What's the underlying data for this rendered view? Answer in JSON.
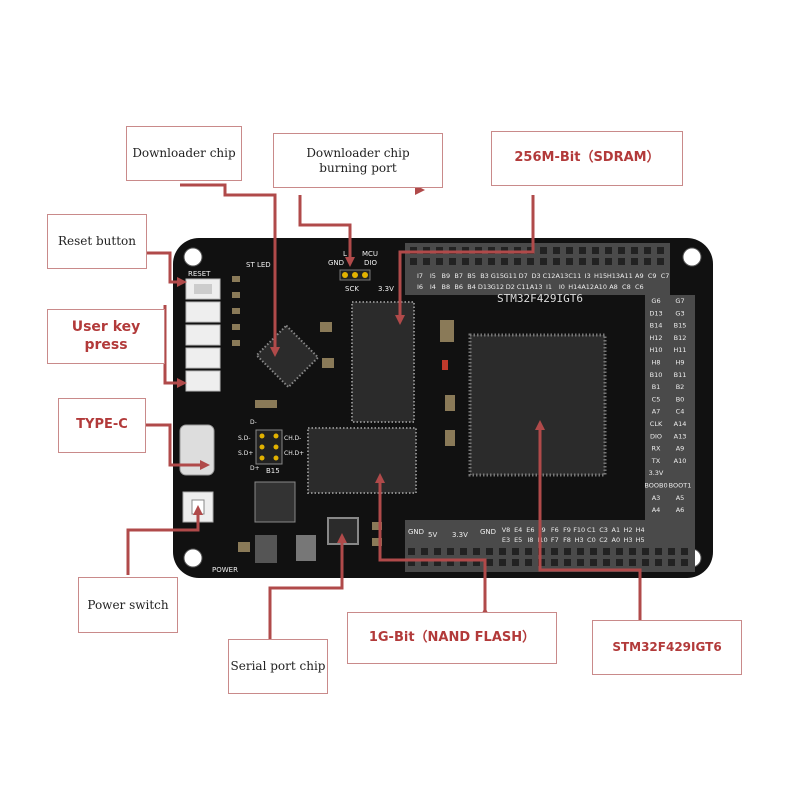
{
  "callouts": {
    "downloader_chip": "Downloader chip",
    "burning_port": "Downloader chip\nburning port",
    "sdram": "256M-Bit（SDRAM）",
    "reset_button": "Reset button",
    "user_key": "User key press",
    "type_c": "TYPE-C",
    "power_switch": "Power switch",
    "serial_chip": "Serial port chip",
    "nand_flash": "1G-Bit（NAND FLASH）",
    "mcu": "STM32F429IGT6"
  },
  "board": {
    "chip_marking": "STM32F429IGT6",
    "reset_label": "RESET",
    "power_label": "POWER",
    "st_led_label": "ST LED",
    "gnd": "GND",
    "mcu": "MCU",
    "l_led": "L",
    "sck": "SCK",
    "dio": "DIO",
    "v33": "3.3V",
    "v5": "5V",
    "b15": "B15",
    "top_header_row1": [
      "I7",
      "I5",
      "B9",
      "B7",
      "B5",
      "B3",
      "G15",
      "G11",
      "D7",
      "D3",
      "C12",
      "A13",
      "C11",
      "I3",
      "H15",
      "H13",
      "A11",
      "A9",
      "C9",
      "C7"
    ],
    "top_header_row2": [
      "I6",
      "I4",
      "B8",
      "B6",
      "B4",
      "D13",
      "G12",
      "D2",
      "C11",
      "A13",
      "I1",
      "I0",
      "H14",
      "A12",
      "A10",
      "A8",
      "C8",
      "C6"
    ],
    "right_header_pairs": [
      [
        "G6",
        "G7"
      ],
      [
        "D13",
        "G3"
      ],
      [
        "B14",
        "B15"
      ],
      [
        "H12",
        "B12"
      ],
      [
        "H10",
        "H11"
      ],
      [
        "H8",
        "H9"
      ],
      [
        "B10",
        "B11"
      ],
      [
        "B1",
        "B2"
      ],
      [
        "C5",
        "B0"
      ],
      [
        "A7",
        "C4"
      ],
      [
        "CLK",
        "A14"
      ],
      [
        "DIO",
        "A13"
      ],
      [
        "RX",
        "A9"
      ],
      [
        "TX",
        "A10"
      ],
      [
        "3.3V",
        ""
      ],
      [
        "BOOB0",
        "BOOT1"
      ],
      [
        "A3",
        "A5"
      ],
      [
        "A4",
        "A6"
      ]
    ],
    "bottom_header_row1": [
      "V8",
      "E4",
      "E6",
      "I9",
      "F6",
      "F9",
      "F10",
      "C1",
      "C3",
      "A1",
      "H2",
      "H4"
    ],
    "bottom_header_row2": [
      "E3",
      "E5",
      "I8",
      "I10",
      "F7",
      "F8",
      "H3",
      "C0",
      "C2",
      "A0",
      "H3",
      "H5"
    ],
    "usb_pins": [
      "D-",
      "S.D-",
      "CH.D-",
      "S.D+",
      "CH.D+",
      "D+"
    ],
    "colors": {
      "pcb": "#111111",
      "arrow": "#b04a4a",
      "header_bg": "#4a4a4a",
      "chip": "#2b2b2b"
    }
  }
}
